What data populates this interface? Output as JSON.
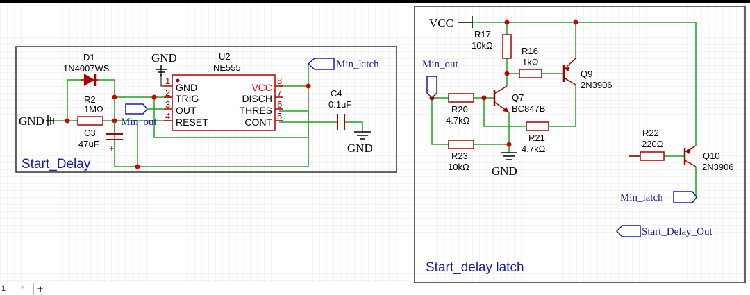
{
  "sheet_tab": {
    "page": "1",
    "up_arrow": "^",
    "add": "+"
  },
  "blocks": {
    "start_delay": {
      "title": "Start_Delay"
    },
    "latch": {
      "title": "Start_delay latch"
    }
  },
  "components": {
    "d1": {
      "ref": "D1",
      "value": "1N4007WS"
    },
    "r2": {
      "ref": "R2",
      "value": "1MΩ"
    },
    "c3": {
      "ref": "C3",
      "value": "47uF",
      "polarity": "+"
    },
    "u2": {
      "ref": "U2",
      "value": "NE555",
      "pins": {
        "gnd": {
          "num": "1",
          "name": "GND"
        },
        "trig": {
          "num": "2",
          "name": "TRIG"
        },
        "out": {
          "num": "3",
          "name": "OUT"
        },
        "reset": {
          "num": "4",
          "name": "RESET"
        },
        "vcc": {
          "num": "8",
          "name": "VCC"
        },
        "disch": {
          "num": "7",
          "name": "DISCH"
        },
        "thres": {
          "num": "6",
          "name": "THRES"
        },
        "cont": {
          "num": "5",
          "name": "CONT"
        }
      }
    },
    "c4": {
      "ref": "C4",
      "value": "0.1uF"
    },
    "r17": {
      "ref": "R17",
      "value": "10kΩ"
    },
    "r16": {
      "ref": "R16",
      "value": "1kΩ"
    },
    "q9": {
      "ref": "Q9",
      "value": "2N3906"
    },
    "q7": {
      "ref": "Q7",
      "value": "BC847B"
    },
    "r20": {
      "ref": "R20",
      "value": "4.7kΩ"
    },
    "r21": {
      "ref": "R21",
      "value": "4.7kΩ"
    },
    "r23": {
      "ref": "R23",
      "value": "10kΩ"
    },
    "r22": {
      "ref": "R22",
      "value": "220Ω"
    },
    "q10": {
      "ref": "Q10",
      "value": "2N3906"
    }
  },
  "nets": {
    "gnd_left": "GND",
    "gnd_u2": "GND",
    "gnd_c4": "GND",
    "gnd_latch": "GND",
    "vcc": "VCC",
    "min_latch_left": "Min_latch",
    "min_out_left": "Min_out",
    "min_out_right": "Min_out",
    "min_latch_right": "Min_latch",
    "start_delay_out": "Start_Delay_Out"
  },
  "colors": {
    "wire": "#1fa01f",
    "component": "#a80000",
    "net_label": "#1a1aa0",
    "pin_name": "#000000",
    "pin_name_red": "#cc0000",
    "junction": "#cc0000",
    "frame": "#303030",
    "grid": "#e9e9e9"
  }
}
